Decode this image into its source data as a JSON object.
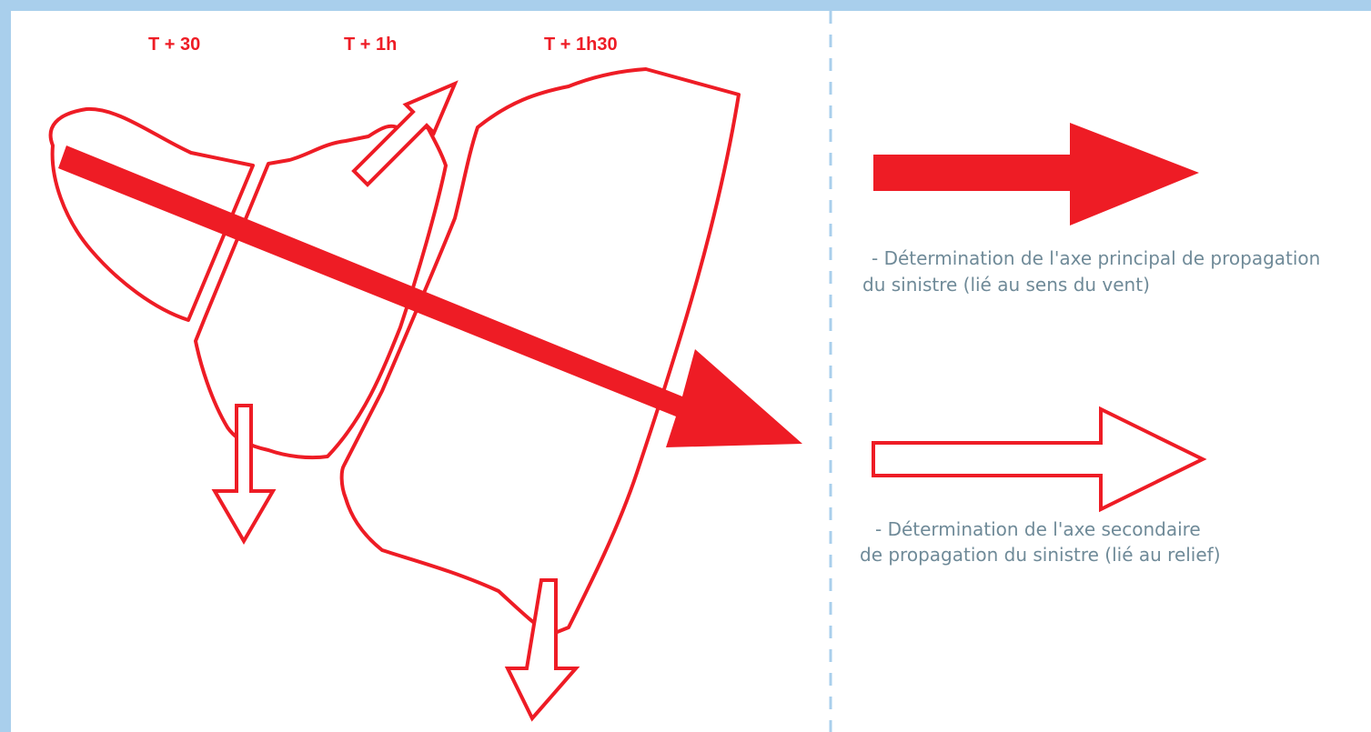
{
  "colors": {
    "fire_red": "#ee1c25",
    "frame_blue": "#a9cfec",
    "legend_text": "#6f8a98",
    "background": "#ffffff"
  },
  "time_labels": [
    "T + 30",
    "T + 1h",
    "T + 1h30"
  ],
  "legend": {
    "primary": {
      "icon": "solid-red-arrow",
      "line1": "- Détermination de l'axe principal de propagation",
      "line2": "du sinistre (lié au sens du vent)"
    },
    "secondary": {
      "icon": "hollow-red-arrow",
      "line1": "- Détermination de l'axe secondaire",
      "line2": "de propagation du sinistre (lié au relief)"
    }
  }
}
